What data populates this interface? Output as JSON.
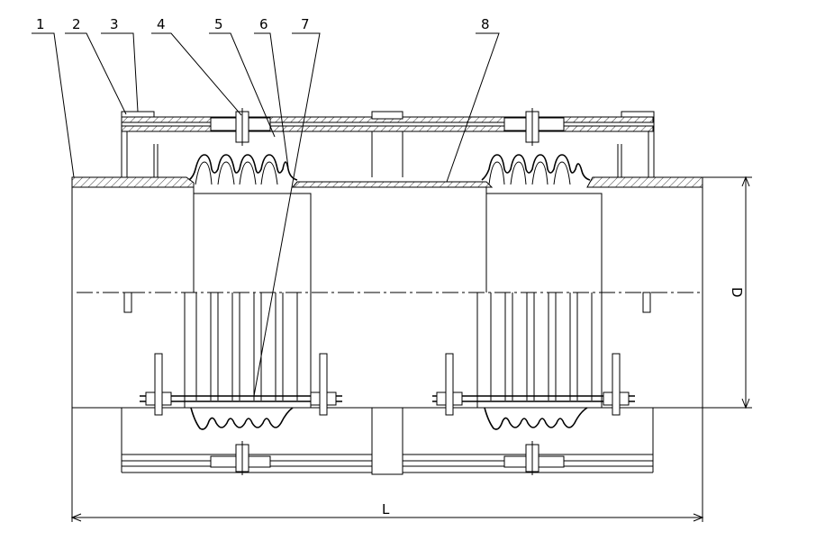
{
  "callouts": [
    {
      "label": "1"
    },
    {
      "label": "2"
    },
    {
      "label": "3"
    },
    {
      "label": "4"
    },
    {
      "label": "5"
    },
    {
      "label": "6"
    },
    {
      "label": "7"
    },
    {
      "label": "8"
    }
  ],
  "dimensions": {
    "diameter": "D",
    "length": "L"
  }
}
